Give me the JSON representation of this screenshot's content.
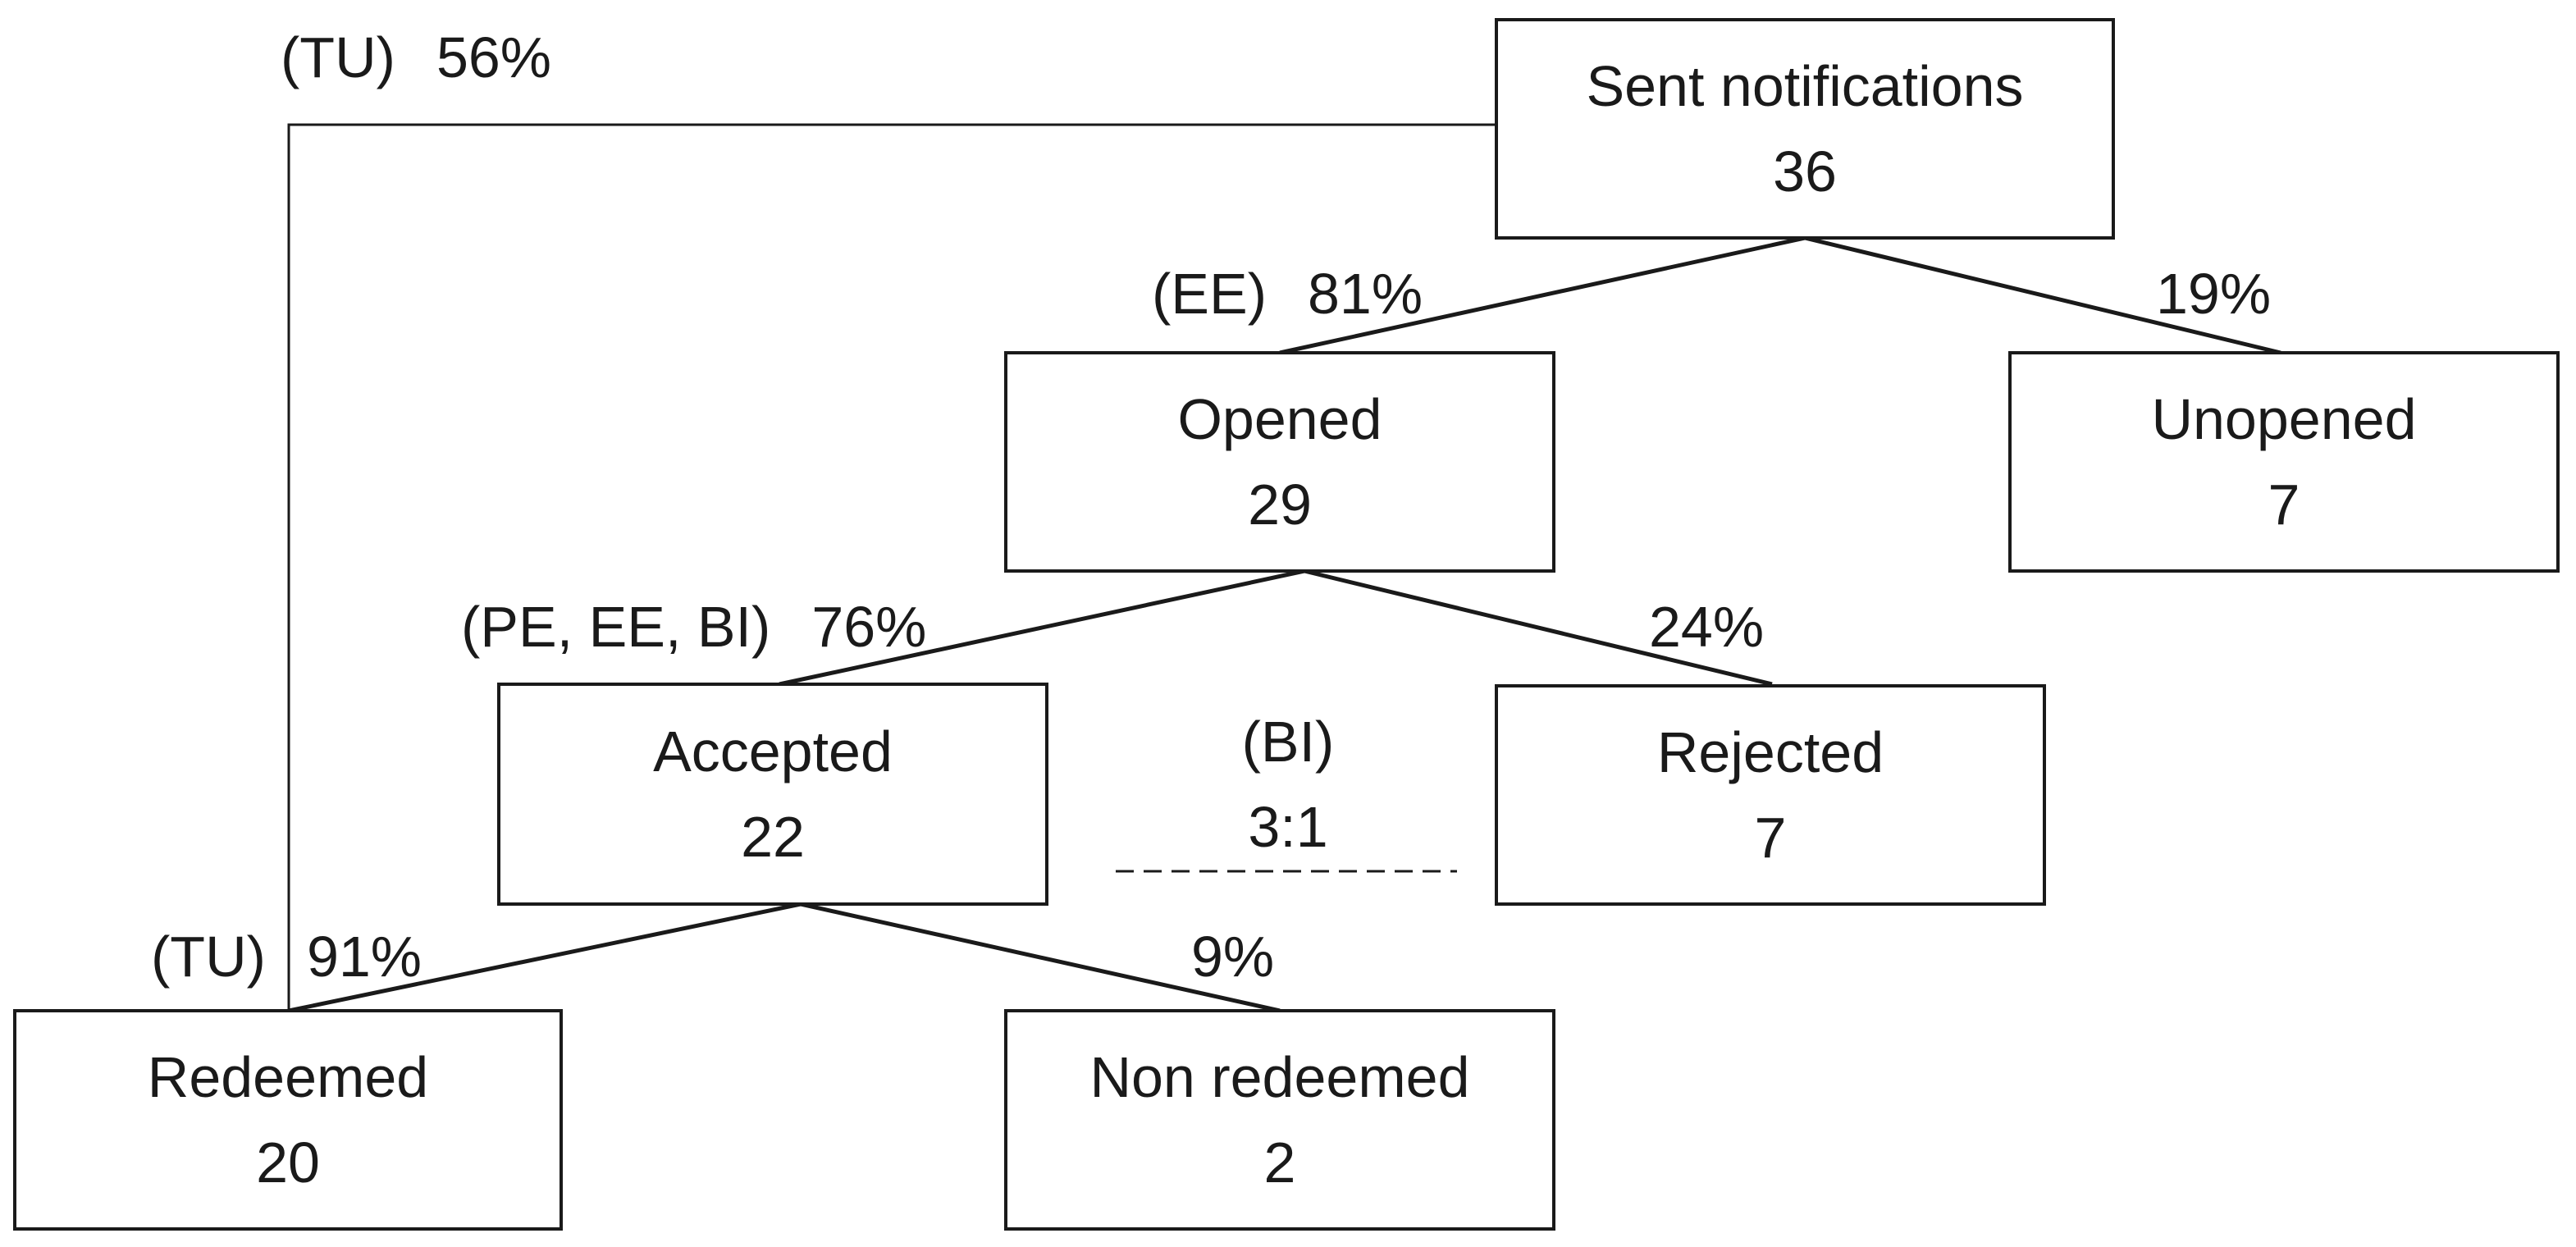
{
  "nodes": {
    "sent": {
      "name": "Sent notifications",
      "count": "36"
    },
    "opened": {
      "name": "Opened",
      "count": "29"
    },
    "unopened": {
      "name": "Unopened",
      "count": "7"
    },
    "accepted": {
      "name": "Accepted",
      "count": "22"
    },
    "rejected": {
      "name": "Rejected",
      "count": "7"
    },
    "redeemed": {
      "name": "Redeemed",
      "count": "20"
    },
    "non_redeemed": {
      "name": "Non redeemed",
      "count": "2"
    }
  },
  "edges": {
    "sent_redeemed": {
      "tag": "(TU)",
      "pct": "56%"
    },
    "sent_opened": {
      "tag": "(EE)",
      "pct": "81%"
    },
    "sent_unopened": {
      "pct": "19%"
    },
    "opened_accepted": {
      "tag": "(PE, EE, BI)",
      "pct": "76%"
    },
    "opened_rejected": {
      "pct": "24%"
    },
    "accepted_redeemed": {
      "tag": "(TU)",
      "pct": "91%"
    },
    "accepted_non_redeemed": {
      "pct": "9%"
    }
  },
  "ratio": {
    "tag": "(BI)",
    "value": "3:1"
  }
}
